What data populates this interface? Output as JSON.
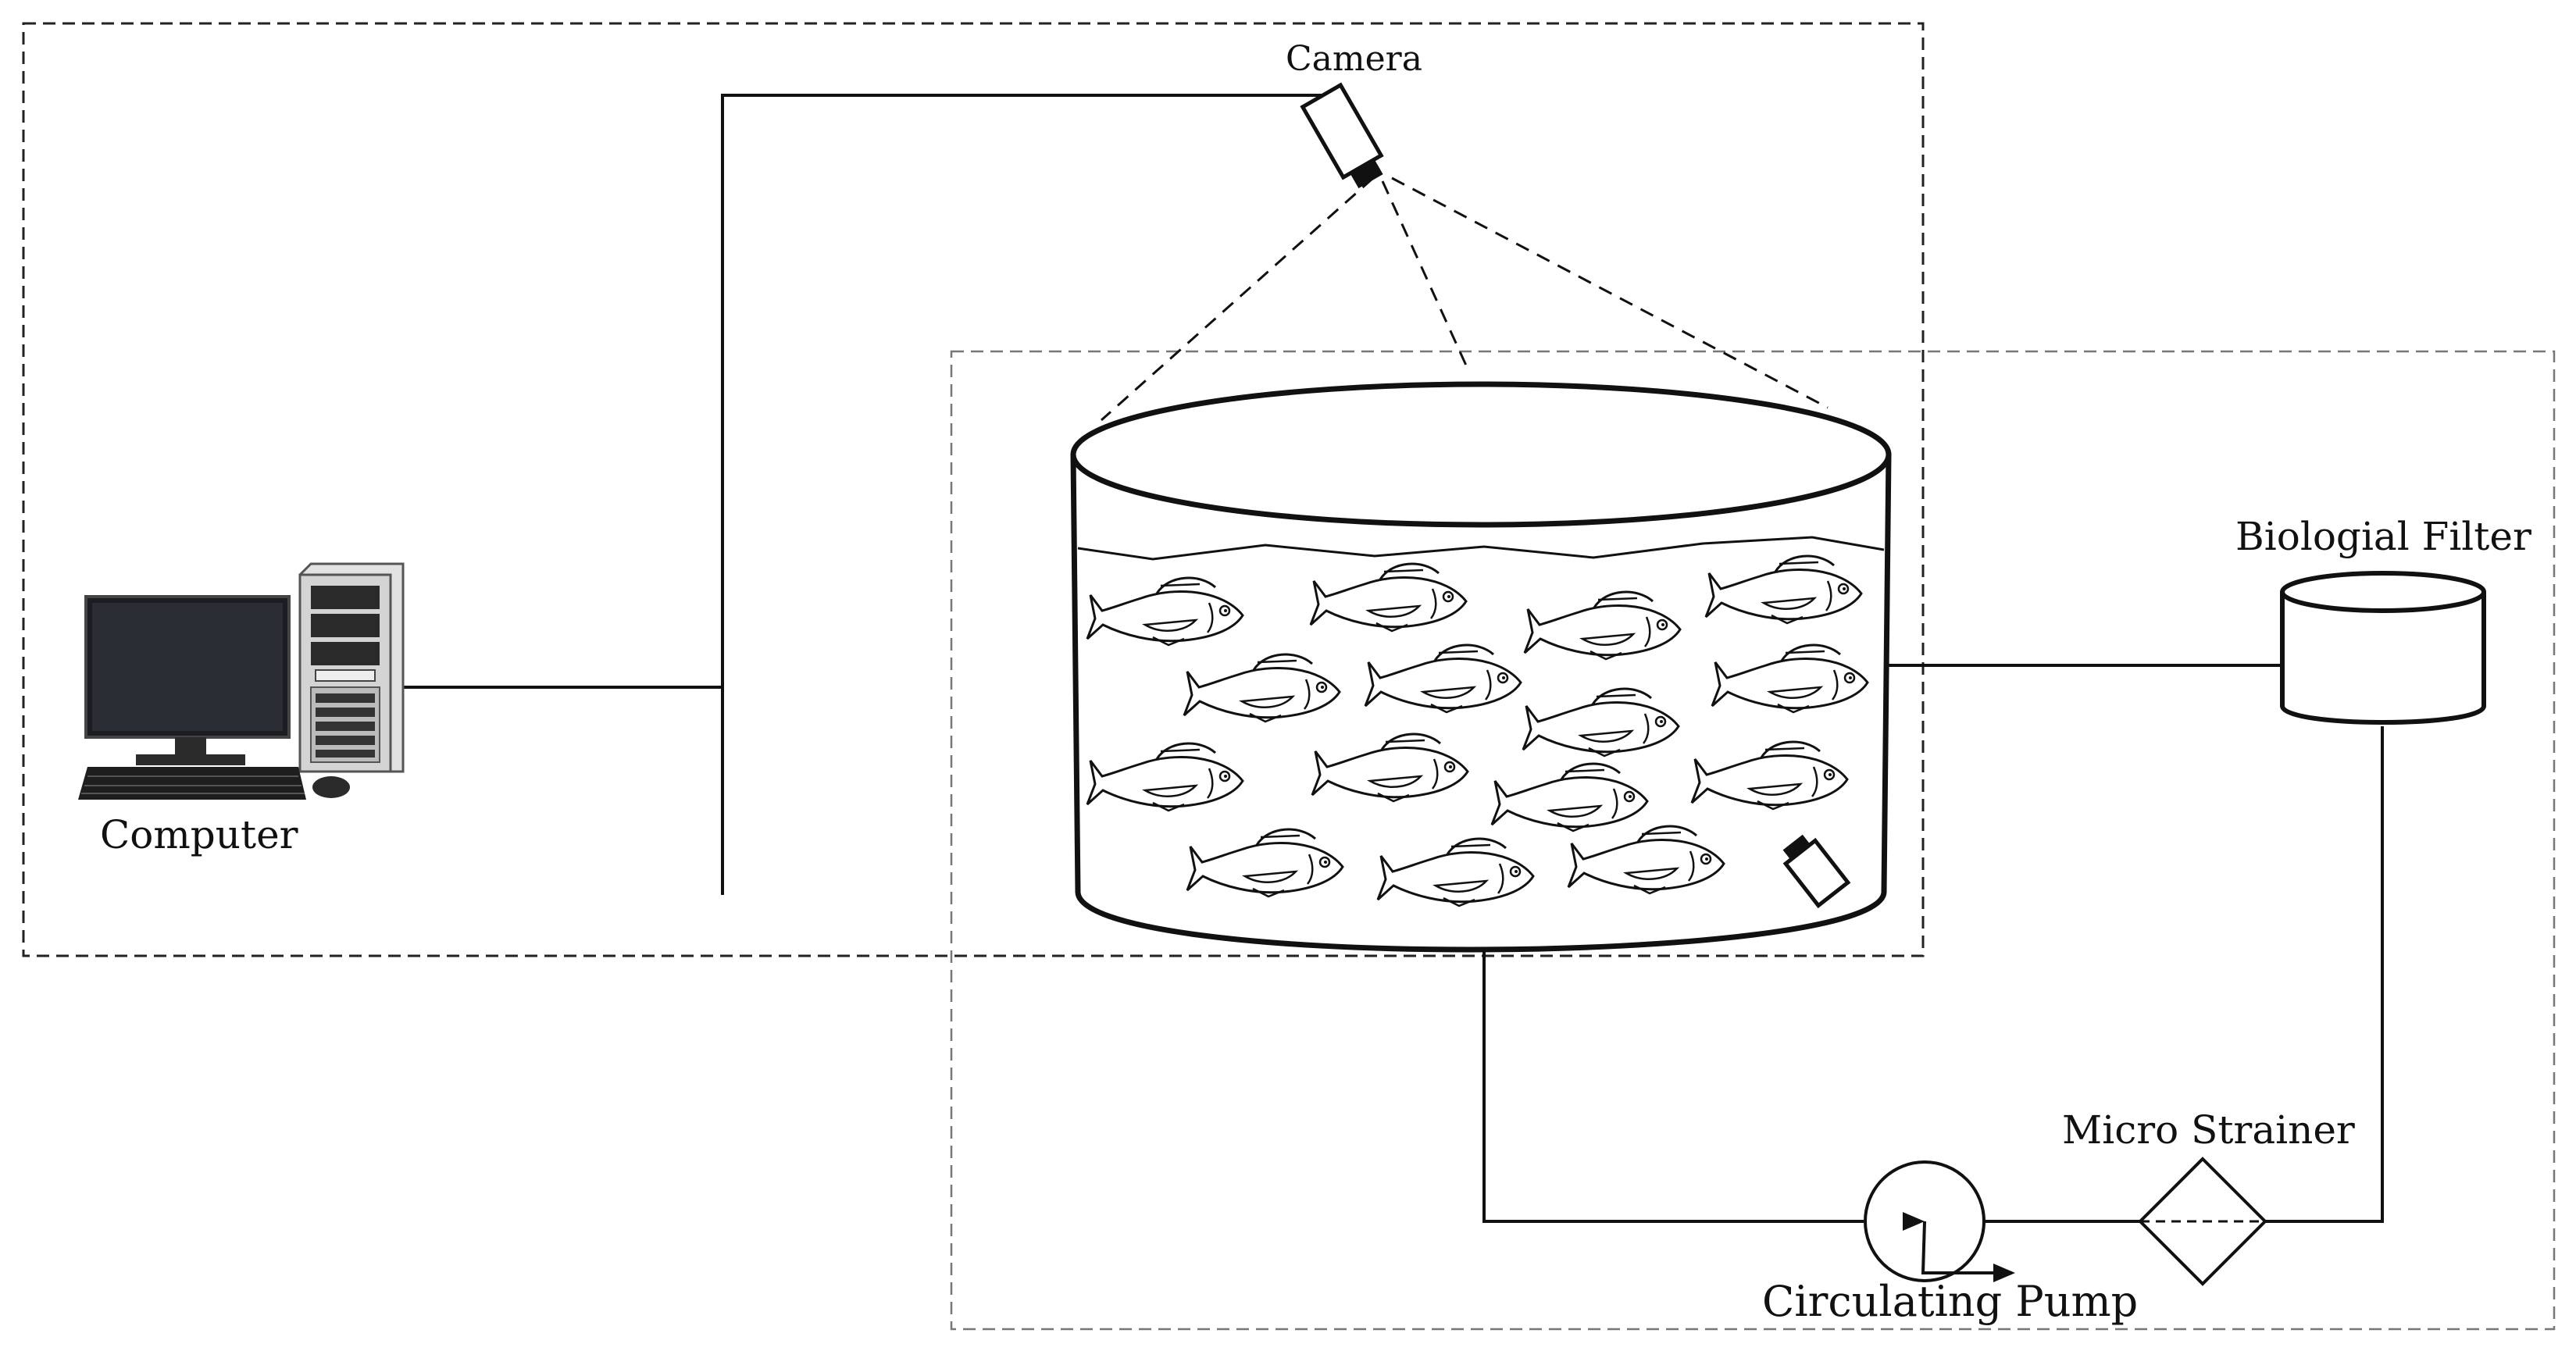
{
  "labels": {
    "camera": "Camera",
    "computer": "Computer",
    "biological_filter": "Biologial Filter",
    "micro_strainer": "Micro Strainer",
    "circulating_pump": "Circulating Pump"
  },
  "colors": {
    "line": "#111111",
    "monitor_screen": "#1b1d22",
    "pc_case": "#d9d9d9",
    "boundary_dash": "#222222",
    "tank_boundary_dash": "#777777"
  },
  "icons": [
    "camera-icon",
    "computer-icon",
    "fish-icon",
    "tank-icon",
    "biological-filter-icon",
    "micro-strainer-icon",
    "circulating-pump-icon"
  ]
}
